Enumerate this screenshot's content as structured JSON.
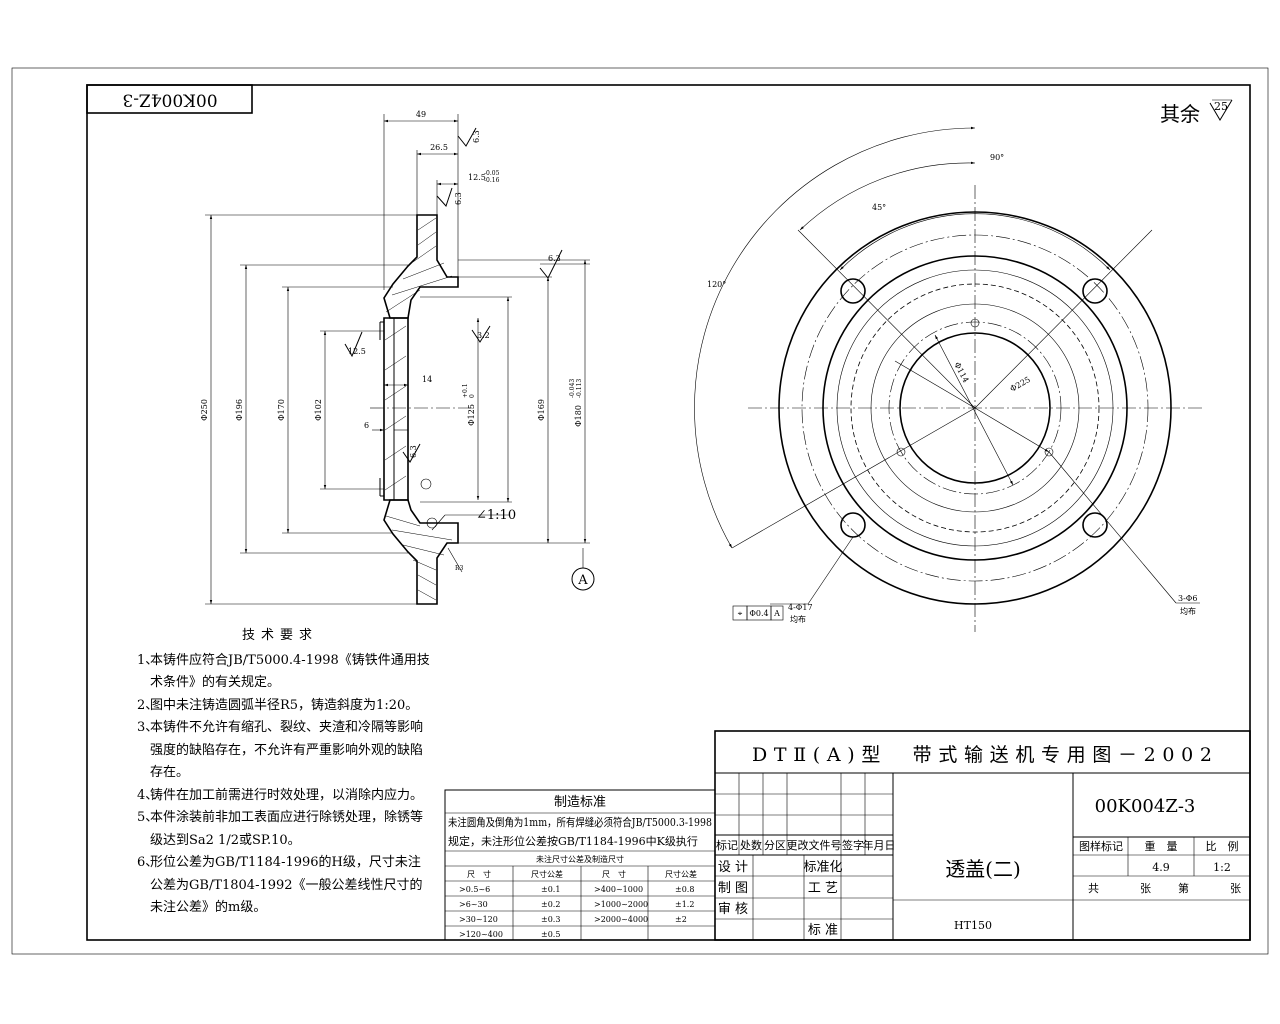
{
  "drawing_number_mirrored": "00K004Z-3",
  "roughness_default": {
    "label": "其余",
    "value": "25"
  },
  "section_dimensions": {
    "d49": "49",
    "d26_5": "26.5",
    "d12_5": "12.5",
    "d12_5_tol_upper": "-0.05",
    "d12_5_tol_lower": "-0.16",
    "r6_3_a": "6.3",
    "r6_3_b": "6.3",
    "r6_3_c": "6.3",
    "r6_3_d": "6.3",
    "r3_2": "3.2",
    "r12_5": "12.5",
    "phi250": "Φ250",
    "phi196": "Φ196",
    "phi170": "Φ170",
    "phi102": "Φ102",
    "phi125": "Φ125",
    "phi125_tol_upper": "+0.1",
    "phi125_tol_lower": "0",
    "phi169": "Φ169",
    "phi180": "Φ180",
    "phi180_tol_upper": "-0.043",
    "phi180_tol_lower": "-0.113",
    "d14": "14",
    "d6": "6",
    "taper": "∠1:10",
    "r3": "R3",
    "datum": "A"
  },
  "view_dimensions": {
    "angle90": "90°",
    "angle45": "45°",
    "angle120": "120°",
    "phi114": "Φ114",
    "phi225": "Φ225",
    "holes_small": "3-Φ6",
    "holes_small_note": "均布",
    "holes_large": "4-Φ17",
    "holes_large_note": "均布",
    "tol_symbol": "⌖",
    "tol_value": "Φ0.4",
    "tol_datum": "A"
  },
  "tech_requirements": {
    "title": "技术要求",
    "items": [
      {
        "n": "1、",
        "text": "本铸件应符合JB/T5000.4-1998《铸铁件通用技术条件》的有关规定。"
      },
      {
        "n": "2、",
        "text": "图中未注铸造圆弧半径R5，铸造斜度为1:20。"
      },
      {
        "n": "3、",
        "text": "本铸件不允许有缩孔、裂纹、夹渣和冷隔等影响强度的缺陷存在，不允许有严重影响外观的缺陷存在。"
      },
      {
        "n": "4、",
        "text": "铸件在加工前需进行时效处理，以消除内应力。"
      },
      {
        "n": "5、",
        "text": "本件涂装前非加工表面应进行除锈处理，除锈等级达到Sa2 1/2或SP.10。"
      },
      {
        "n": "6、",
        "text": "形位公差为GB/T1184-1996的H级，尺寸未注公差为GB/T1804-1992《一般公差线性尺寸的未注公差》的m级。"
      }
    ]
  },
  "manufacturing_standard": {
    "title": "制造标准",
    "line1": "未注圆角及倒角为1mm，所有焊缝必须符合JB/T5000.3-1998",
    "line2": "规定，未注形位公差按GB/T1184-1996中K级执行",
    "subtitle": "未注尺寸公差及制造尺寸",
    "headers": [
      "尺　寸",
      "尺寸公差",
      "尺　寸",
      "尺寸公差"
    ],
    "rows": [
      [
        ">0.5~6",
        "±0.1",
        ">400~1000",
        "±0.8"
      ],
      [
        ">6~30",
        "±0.2",
        ">1000~2000",
        "±1.2"
      ],
      [
        ">30~120",
        "±0.3",
        ">2000~4000",
        "±2"
      ],
      [
        ">120~400",
        "±0.5",
        "",
        ""
      ]
    ]
  },
  "title_block": {
    "series": "DTⅡ(A)型　带式输送机专用图－2002",
    "drawing_number": "00K004Z-3",
    "rev_headers": [
      "标记",
      "处数",
      "分区",
      "更改文件号",
      "签字",
      "年月日"
    ],
    "design": "设 计",
    "drawn": "制 图",
    "review": "审 核",
    "standardization": "标准化",
    "process": "工 艺",
    "standard": "标 准",
    "part_name": "透盖(二)",
    "material": "HT150",
    "stage_label": "图样标记",
    "weight_label": "重　量",
    "scale_label": "比　例",
    "weight": "4.9",
    "scale": "1:2",
    "total": "共",
    "sheets": "张",
    "sheet_no": "第",
    "sheet_unit": "张"
  }
}
